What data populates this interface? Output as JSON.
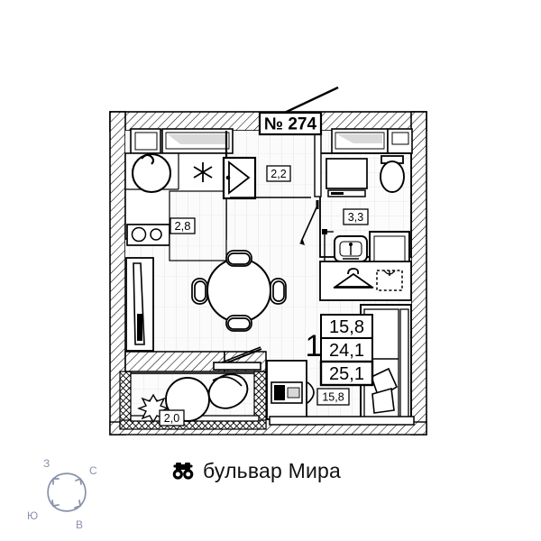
{
  "plan": {
    "apartment_number": "№ 274",
    "rooms_count": "1",
    "areas": {
      "living_area": "15,8",
      "total_area_excl": "24,1",
      "total_area_incl": "25,1"
    },
    "room_labels": [
      {
        "name": "kitchen",
        "value": "2,8"
      },
      {
        "name": "entry-hall",
        "value": "2,2"
      },
      {
        "name": "bathroom",
        "value": "3,3"
      },
      {
        "name": "balcony",
        "value": "2,0"
      },
      {
        "name": "living-room",
        "value": "15,8"
      }
    ],
    "kitchen_area": "2,8",
    "hall_area": "2,2",
    "bathroom_area": "3,3",
    "balcony_area": "2,0",
    "living_room_area": "15,8"
  },
  "street": {
    "name": "бульвар Мира",
    "icon": "binoculars-icon"
  },
  "compass": {
    "north": "С",
    "south": "Ю",
    "east": "В",
    "west": "З",
    "color": "#8891ab"
  },
  "colors": {
    "line": "#000000",
    "wall_fill": "#ffffff",
    "neighbor_fill": "#cccccc",
    "floor_fill": "#fafafa",
    "compass": "#8891ab",
    "text": "#111111"
  }
}
